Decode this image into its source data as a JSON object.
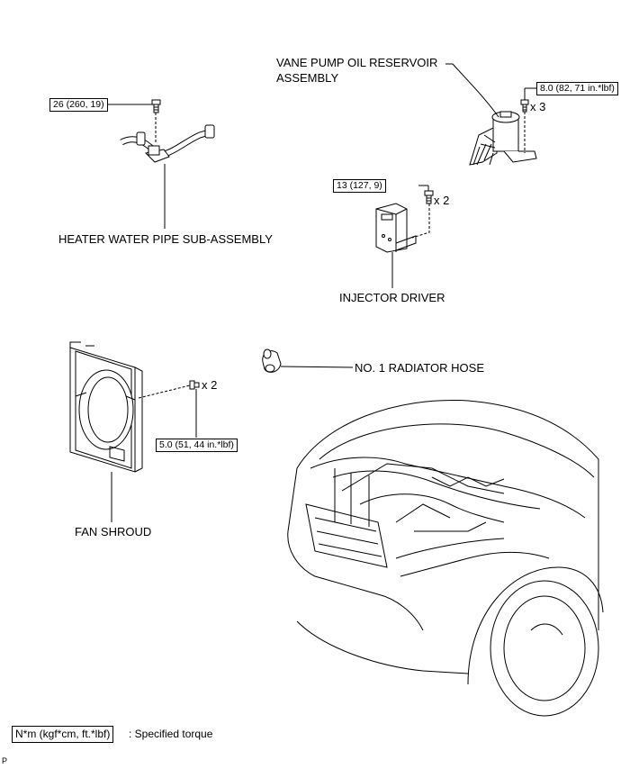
{
  "labels": {
    "vane_pump": [
      "VANE PUMP OIL RESERVOIR",
      "ASSEMBLY"
    ],
    "heater_pipe": "HEATER WATER PIPE SUB-ASSEMBLY",
    "injector_driver": "INJECTOR DRIVER",
    "radiator_hose": "NO. 1 RADIATOR HOSE",
    "fan_shroud": "FAN SHROUD"
  },
  "torques": {
    "heater_bolt": "26 (260, 19)",
    "vane_pump_bolt": "8.0 (82, 71 in.*lbf)",
    "injector_bolt": "13 (127, 9)",
    "fan_shroud_bolt": "5.0 (51, 44 in.*lbf)"
  },
  "quantities": {
    "vane_pump": "x 3",
    "injector": "x 2",
    "fan_shroud": "x 2"
  },
  "legend": {
    "box_text": "N*m (kgf*cm, ft.*lbf)",
    "description": ": Specified torque"
  },
  "corner_mark": "P"
}
